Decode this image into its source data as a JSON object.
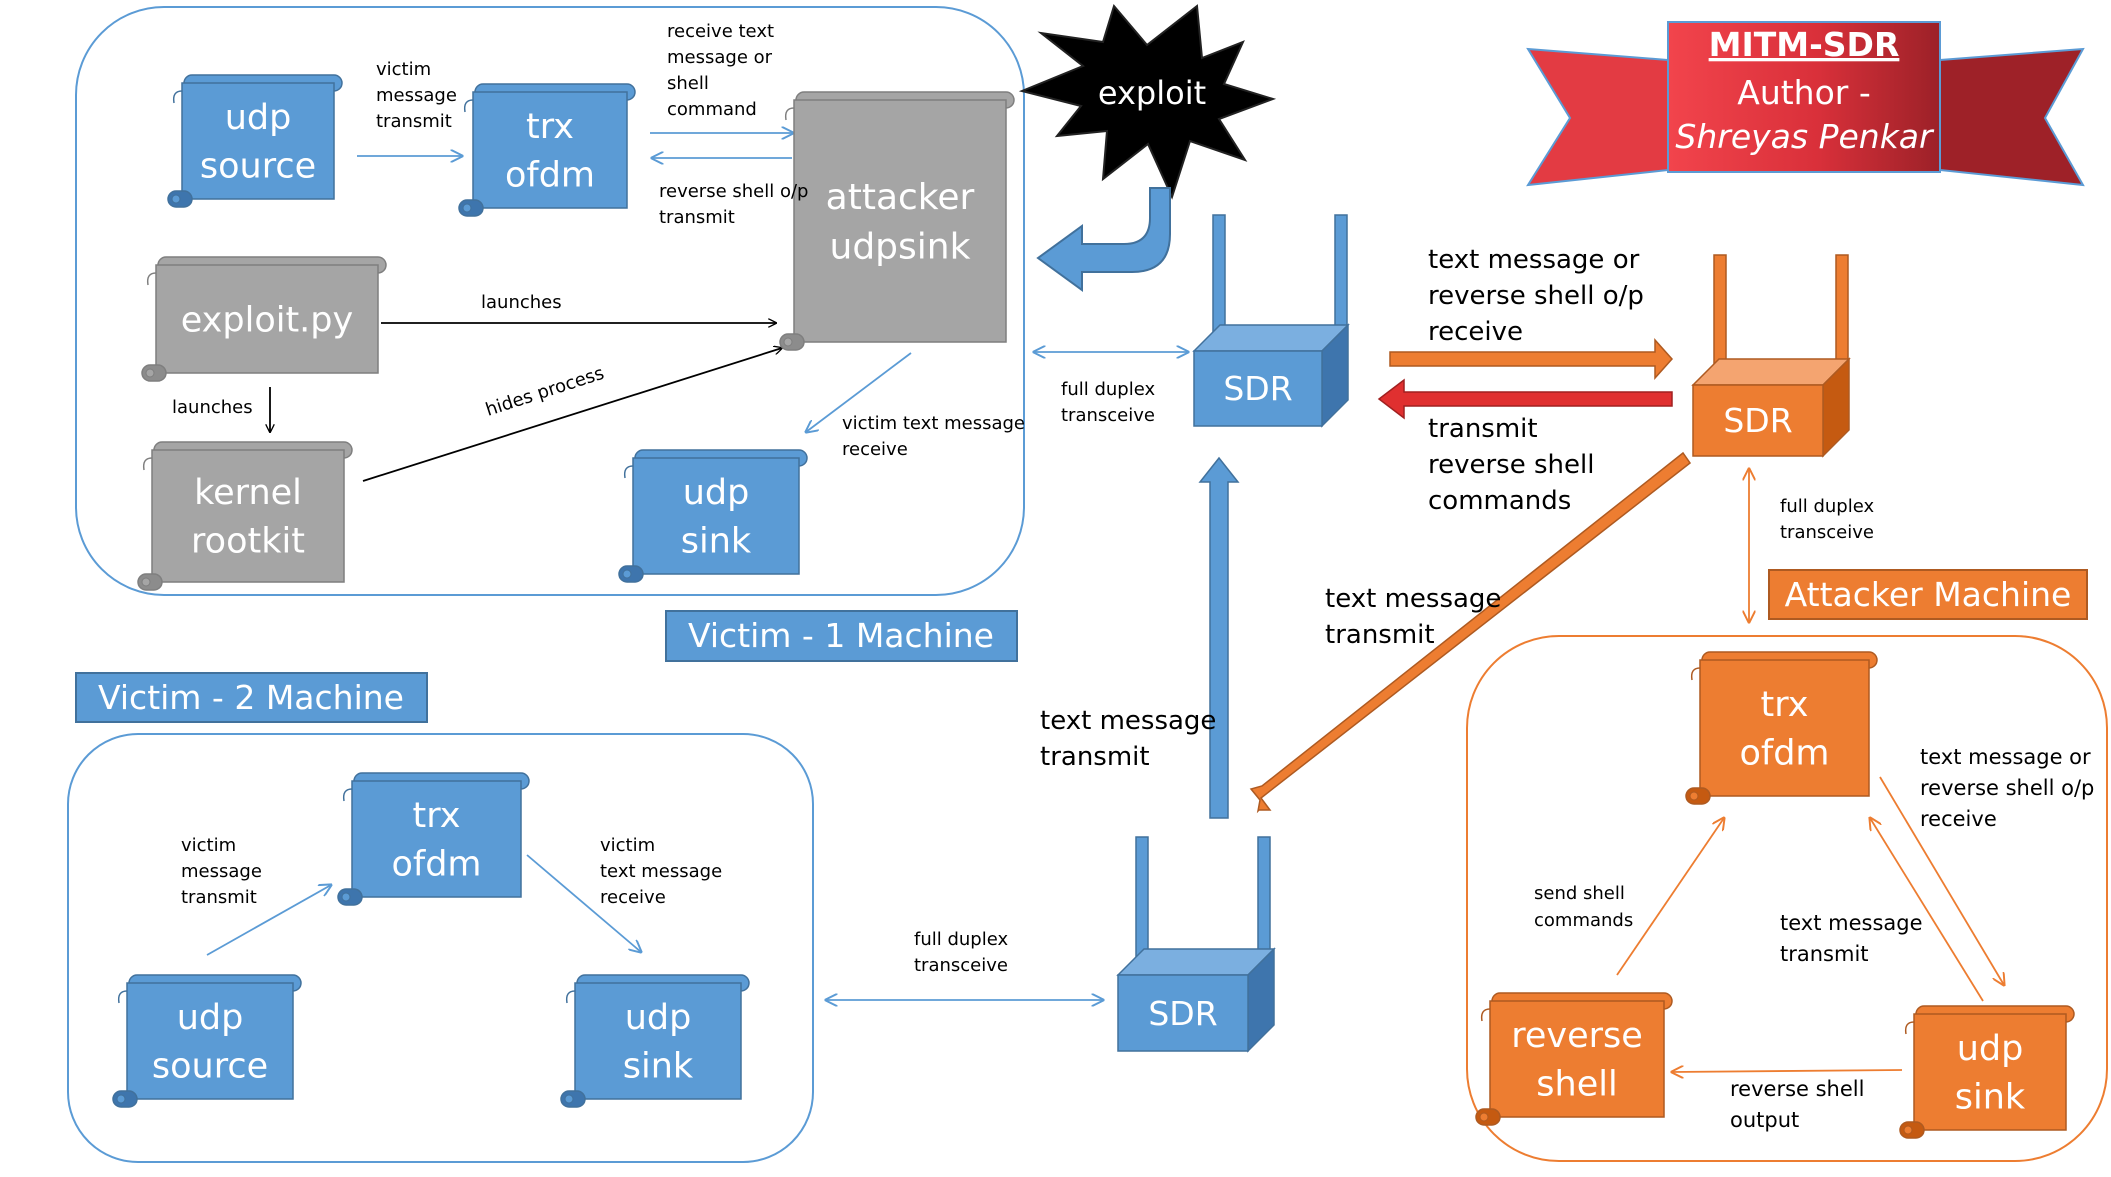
{
  "banner": {
    "title": "MITM-SDR",
    "author_label": "Author -",
    "author_name": "Shreyas Penkar"
  },
  "exploit_star": {
    "label": "exploit"
  },
  "victim1": {
    "label": "Victim - 1 Machine",
    "udp_source": [
      "udp",
      "source"
    ],
    "trx_ofdm": [
      "trx",
      "ofdm"
    ],
    "attacker_udpsink": [
      "attacker",
      "udpsink"
    ],
    "exploit_py": [
      "exploit.py"
    ],
    "kernel_rootkit": [
      "kernel",
      "rootkit"
    ],
    "udp_sink": [
      "udp",
      "sink"
    ],
    "edge_victim_message_transmit": [
      "victim",
      "message",
      "transmit"
    ],
    "edge_receive_text": [
      "receive text",
      " message or",
      "shell",
      "command"
    ],
    "edge_reverse_shell_op": [
      "reverse shell o/p",
      "transmit"
    ],
    "edge_launches_right": [
      "launches"
    ],
    "edge_launches_down": [
      "launches"
    ],
    "edge_hides_process": [
      "hides process"
    ],
    "edge_victim_text_receive": [
      "victim text message",
      "receive"
    ]
  },
  "victim2": {
    "label": "Victim - 2 Machine",
    "udp_source": [
      "udp",
      "source"
    ],
    "trx_ofdm": [
      "trx",
      "ofdm"
    ],
    "udp_sink": [
      "udp",
      "sink"
    ],
    "edge_victim_message_transmit": [
      "victim",
      "message",
      "transmit"
    ],
    "edge_victim_text_receive": [
      "victim",
      "text message",
      "receive"
    ]
  },
  "attacker": {
    "label": "Attacker Machine",
    "trx_ofdm": [
      "trx",
      "ofdm"
    ],
    "reverse_shell": [
      "reverse",
      "shell"
    ],
    "udp_sink": [
      "udp",
      "sink"
    ],
    "edge_text_or_reverse_receive": [
      "text message or",
      "reverse shell o/p",
      "receive"
    ],
    "edge_text_transmit": [
      "text message",
      "transmit"
    ],
    "edge_send_shell_commands": [
      "send shell",
      "commands"
    ],
    "edge_reverse_shell_output": [
      "reverse shell",
      "output"
    ]
  },
  "sdr": {
    "label": "SDR"
  },
  "links": {
    "full_duplex": [
      "full duplex",
      "transceive"
    ],
    "text_or_reverse_receive": [
      "text message or",
      "reverse shell o/p",
      "receive"
    ],
    "transmit_reverse_commands": [
      "transmit",
      "reverse shell",
      "commands"
    ],
    "text_message_transmit": [
      "text message",
      "transmit"
    ]
  },
  "colors": {
    "blue": "#5B9BD5",
    "blue_dark": "#41719C",
    "gray": "#A5A5A5",
    "gray_dark": "#7F7F7F",
    "orange": "#ED7D31",
    "orange_dark": "#AE5A21",
    "red": "#E8434A",
    "red_dark": "#A3272E",
    "line": "#000000"
  }
}
